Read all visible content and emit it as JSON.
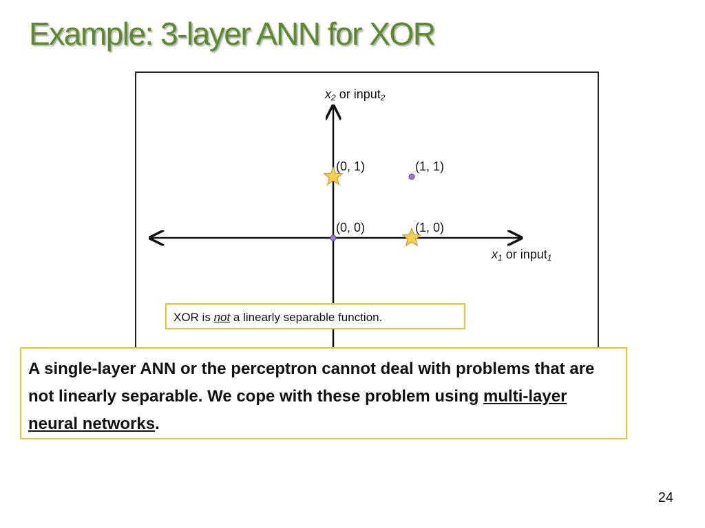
{
  "slide": {
    "title": "Example: 3-layer ANN for XOR",
    "page_number": "24"
  },
  "diagram": {
    "y_axis": {
      "var": "x",
      "sub": "2",
      "text": " or input",
      "text_sub": "2"
    },
    "x_axis": {
      "var": "x",
      "sub": "1",
      "text": " or input",
      "text_sub": "1"
    },
    "points": [
      {
        "label": "(0, 1)",
        "x": 0,
        "y": 1,
        "marker": "star-icon",
        "xor": 1
      },
      {
        "label": "(1, 1)",
        "x": 1,
        "y": 1,
        "marker": "dot-icon",
        "xor": 0
      },
      {
        "label": "(0, 0)",
        "x": 0,
        "y": 0,
        "marker": "dot-icon",
        "xor": 0
      },
      {
        "label": "(1, 0)",
        "x": 1,
        "y": 0,
        "marker": "star-icon",
        "xor": 1
      }
    ]
  },
  "note": {
    "before": "XOR is ",
    "emphasis": "not",
    "after": " a linearly separable function."
  },
  "callout": {
    "text": "A single-layer ANN or the perceptron cannot deal with problems that are not linearly separable. We cope with these problem using ",
    "link_text": "multi-layer neural networks",
    "end": "."
  },
  "colors": {
    "title": "#5a8a2a",
    "border_accent": "#f2c319",
    "star_fill": "#f5cf4a",
    "dot_fill": "#9b7bd6"
  }
}
